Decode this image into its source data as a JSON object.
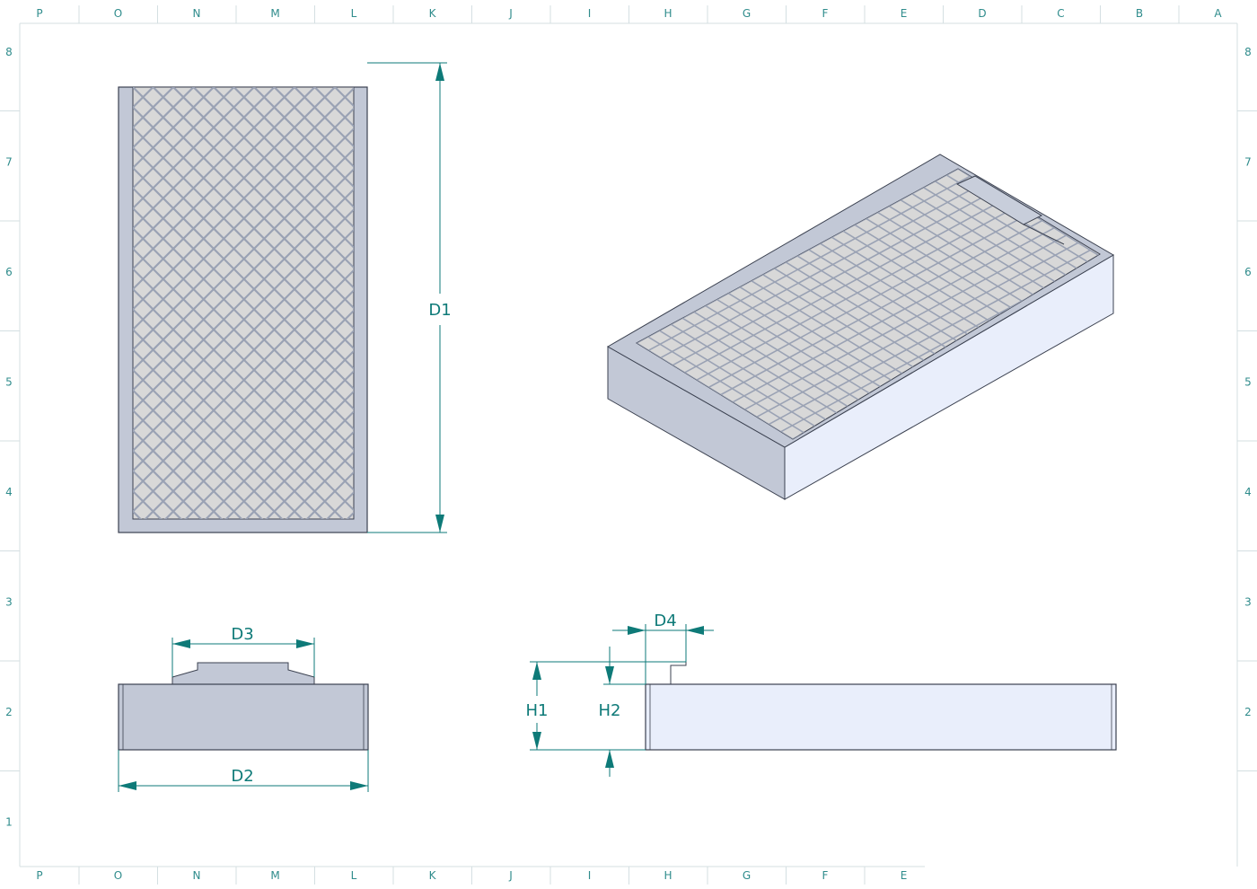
{
  "colors": {
    "border": "#d4dfe2",
    "zone_text": "#2f8c8c",
    "dimension": "#0e7a78",
    "part_outline": "#3b4150",
    "part_fill": "#c2c8d6",
    "part_side_light": "#e9eefb",
    "grid_fill": "#d8d8d8",
    "grid_lines": "#9aa2b4"
  },
  "frame": {
    "top_letters": [
      "P",
      "O",
      "N",
      "M",
      "L",
      "K",
      "J",
      "I",
      "H",
      "G",
      "F",
      "E",
      "D",
      "C",
      "B",
      "A"
    ],
    "bottom_letters": [
      "P",
      "O",
      "N",
      "M",
      "L",
      "K",
      "J",
      "I",
      "H",
      "G",
      "F",
      "E"
    ],
    "row_numbers": [
      "8",
      "7",
      "6",
      "5",
      "4",
      "3",
      "2",
      "1"
    ]
  },
  "dimensions": {
    "d1": "D1",
    "d2": "D2",
    "d3": "D3",
    "d4": "D4",
    "h1": "H1",
    "h2": "H2"
  }
}
